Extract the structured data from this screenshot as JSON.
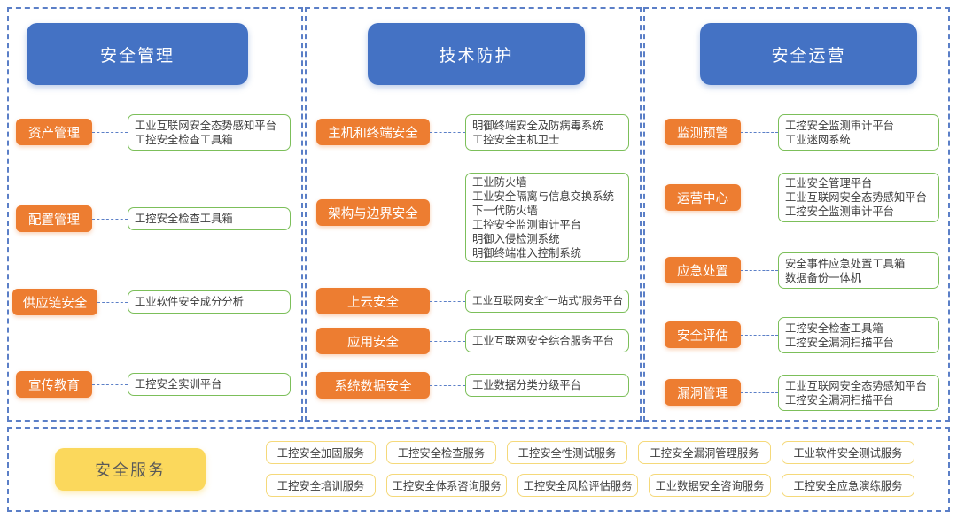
{
  "panels": {
    "left_title": "安全管理",
    "mid_title": "技术防护",
    "right_title": "安全运营"
  },
  "colors": {
    "header_blue": "#4472C4",
    "category_orange": "#ED7D31",
    "platform_border_green": "#7CBF5A",
    "panel_dash_blue": "#5B7FC7",
    "service_yellow": "#FBD85C",
    "tag_border_yellow": "#F5D97A"
  },
  "left_column": {
    "title": "安全管理",
    "rows": [
      {
        "category": "资产管理",
        "platforms": [
          "工业互联网安全态势感知平台",
          "工控安全检查工具箱"
        ]
      },
      {
        "category": "配置管理",
        "platforms": [
          "工控安全检查工具箱"
        ]
      },
      {
        "category": "供应链安全",
        "platforms": [
          "工业软件安全成分分析"
        ]
      },
      {
        "category": "宣传教育",
        "platforms": [
          "工控安全实训平台"
        ]
      }
    ]
  },
  "mid_column": {
    "title": "技术防护",
    "rows": [
      {
        "category": "主机和终端安全",
        "platforms": [
          "明御终端安全及防病毒系统",
          "工控安全主机卫士"
        ]
      },
      {
        "category": "架构与边界安全",
        "platforms": [
          "工业防火墙",
          "工业安全隔离与信息交换系统",
          "下一代防火墙",
          "工控安全监测审计平台",
          "明御入侵检测系统",
          "明御终端准入控制系统"
        ]
      },
      {
        "category": "上云安全",
        "platforms": [
          "工业互联网安全“一站式”服务平台"
        ]
      },
      {
        "category": "应用安全",
        "platforms": [
          "工业互联网安全综合服务平台"
        ]
      },
      {
        "category": "系统数据安全",
        "platforms": [
          "工业数据分类分级平台"
        ]
      }
    ]
  },
  "right_column": {
    "title": "安全运营",
    "rows": [
      {
        "category": "监测预警",
        "platforms": [
          "工控安全监测审计平台",
          "工业迷网系统"
        ]
      },
      {
        "category": "运营中心",
        "platforms": [
          "工业安全管理平台",
          "工业互联网安全态势感知平台",
          "工控安全监测审计平台"
        ]
      },
      {
        "category": "应急处置",
        "platforms": [
          "安全事件应急处置工具箱",
          "数据备份一体机"
        ]
      },
      {
        "category": "安全评估",
        "platforms": [
          "工控安全检查工具箱",
          "工控安全漏洞扫描平台"
        ]
      },
      {
        "category": "漏洞管理",
        "platforms": [
          "工业互联网安全态势感知平台",
          "工控安全漏洞扫描平台"
        ]
      }
    ]
  },
  "bottom": {
    "title": "安全服务",
    "tags_row1": [
      "工控安全加固服务",
      "工控安全检查服务",
      "工控安全性测试服务",
      "工控安全漏洞管理服务",
      "工业软件安全测试服务"
    ],
    "tags_row2": [
      "工控安全培训服务",
      "工控安全体系咨询服务",
      "工控安全风险评估服务",
      "工业数据安全咨询服务",
      "工控安全应急演练服务"
    ]
  }
}
